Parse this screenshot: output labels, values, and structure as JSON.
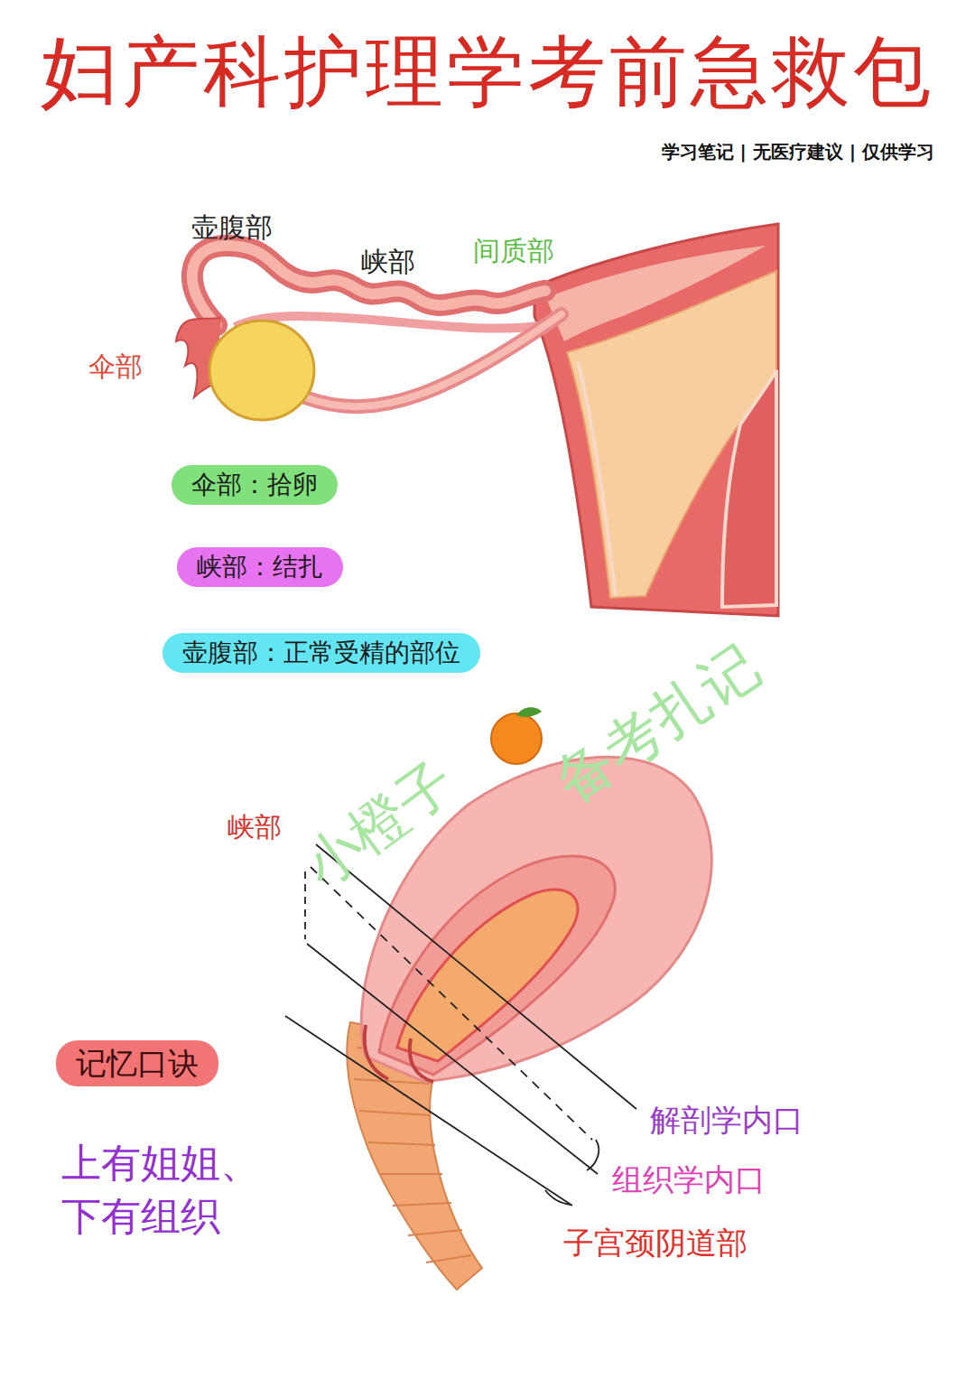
{
  "diagram": {
    "title": "妇产科护理学考前急救包",
    "nodes": [
      {
        "text": [
          "伞部：拾卵"
        ]
      },
      {
        "text": [
          "峡部：结扎"
        ]
      },
      {
        "text": [
          "壶腹部：正常受精的部位"
        ]
      },
      {
        "text": [
          "记忆口诀"
        ]
      }
    ],
    "labels": [
      "学习笔记 | 无医疗建议 | 仅供学习",
      "壶腹部",
      "峡部",
      "间质部",
      "伞部",
      "小橙子",
      "备考扎记",
      "峡部",
      "解剖学内口",
      "组织学内口",
      "子宫颈阴道部",
      "上有姐姐、 下有组织"
    ]
  }
}
